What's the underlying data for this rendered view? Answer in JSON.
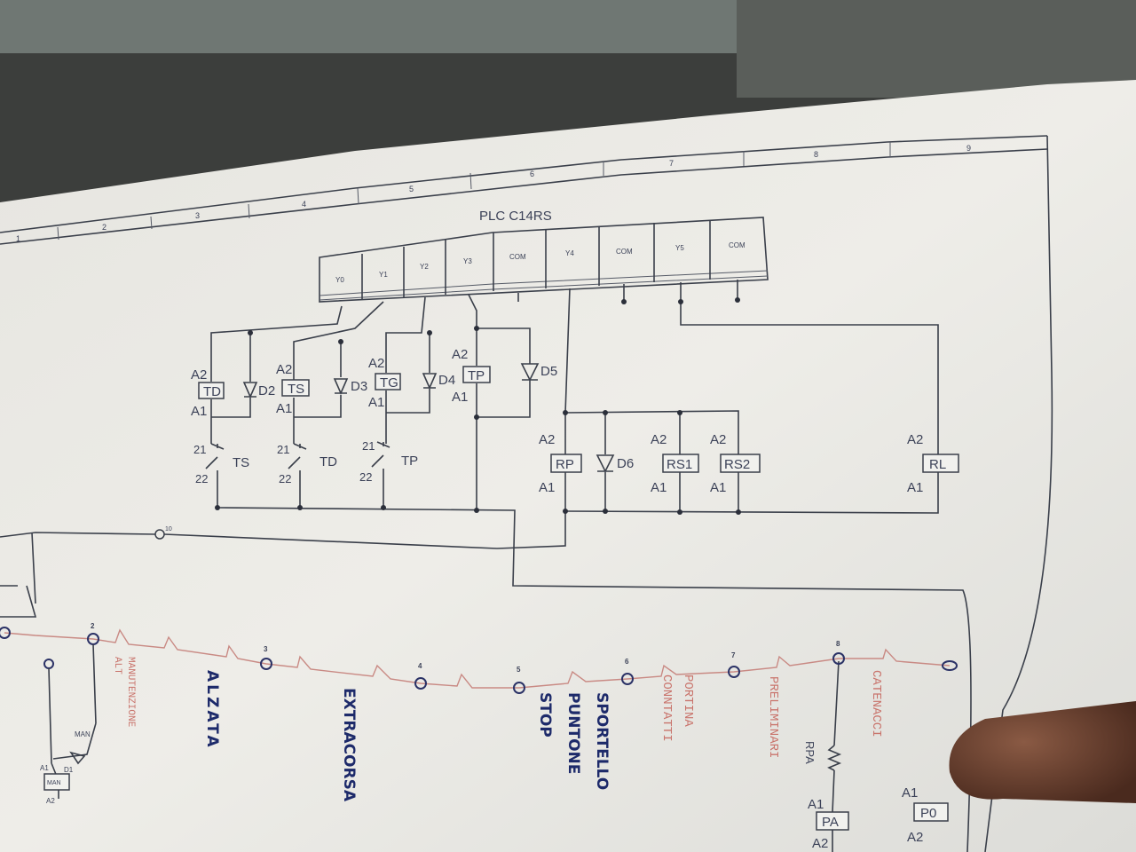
{
  "columns": [
    "1",
    "2",
    "3",
    "4",
    "5",
    "6",
    "7",
    "8",
    "9"
  ],
  "plc": {
    "title": "PLC C14RS",
    "terminals": [
      "Y0",
      "Y1",
      "Y2",
      "Y3",
      "COM",
      "Y4",
      "COM",
      "Y5",
      "COM"
    ]
  },
  "relays_top": [
    {
      "name": "TD",
      "a2": "A2",
      "a1": "A1"
    },
    {
      "name": "TS",
      "a2": "A2",
      "a1": "A1"
    },
    {
      "name": "TG",
      "a2": "A2",
      "a1": "A1"
    },
    {
      "name": "TP",
      "a2": "A2",
      "a1": "A1"
    }
  ],
  "diodes": [
    "D2",
    "D3",
    "D4",
    "D5",
    "D6"
  ],
  "contacts": [
    {
      "name": "TS",
      "top": "21",
      "bottom": "22"
    },
    {
      "name": "TD",
      "top": "21",
      "bottom": "22"
    },
    {
      "name": "TP",
      "top": "21",
      "bottom": "22"
    }
  ],
  "relays_mid": [
    {
      "name": "RP",
      "a2": "A2",
      "a1": "A1"
    },
    {
      "name": "RS1",
      "a2": "A2",
      "a1": "A1"
    },
    {
      "name": "RS2",
      "a2": "A2",
      "a1": "A1"
    },
    {
      "name": "RL",
      "a2": "A2",
      "a1": "A1"
    }
  ],
  "wire_number": "10",
  "terminal_numbers": [
    "2",
    "3",
    "4",
    "5",
    "6",
    "7",
    "8"
  ],
  "red_labels": [
    "MANUTENZIONE",
    "ALT",
    "CONNTATTI",
    "PORTINA",
    "PRELIMINARI",
    "CATENACCI"
  ],
  "handwritten": [
    "ALZATA",
    "EXTRACORSA",
    "STOP",
    "PUNTONE",
    "SPORTELLO"
  ],
  "bottom_left": {
    "man": "MAN",
    "coil": "MAN",
    "a1": "A1",
    "a2": "A2",
    "diode": "D1"
  },
  "bottom_right": {
    "resistor": "RPA",
    "coil1": "PA",
    "coil2": "P0",
    "a1": "A1",
    "a2": "A2"
  },
  "colors": {
    "paper": "#ecebe6",
    "ink": "#3a3f4a",
    "red_ink": "#c98a84",
    "pen": "#1d2a6a"
  }
}
